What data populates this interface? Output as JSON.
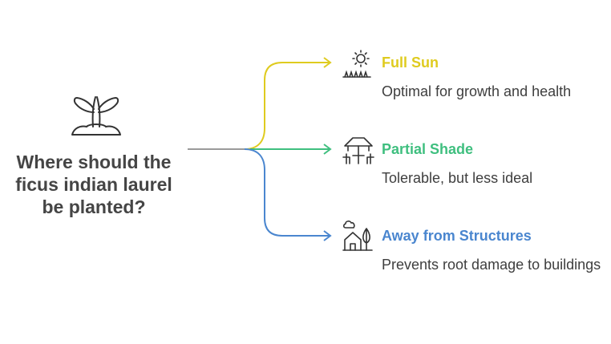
{
  "question": "Where should the ficus indian laurel be planted?",
  "central_icon": "sprout-icon",
  "options": [
    {
      "title": "Full Sun",
      "description": "Optimal for growth and health",
      "color": "#DFCB1F",
      "icon": "sun-grass-icon"
    },
    {
      "title": "Partial Shade",
      "description": "Tolerable, but less ideal",
      "color": "#3FBF7F",
      "icon": "canopy-table-icon"
    },
    {
      "title": "Away from Structures",
      "description": "Prevents root damage to buildings",
      "color": "#4A86CF",
      "icon": "house-tree-icon"
    }
  ]
}
